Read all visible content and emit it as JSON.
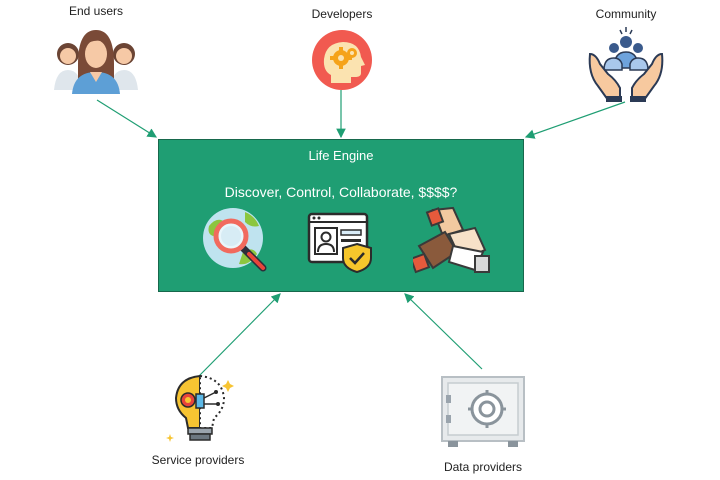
{
  "actors": {
    "end_users": "End users",
    "developers": "Developers",
    "community": "Community",
    "service_providers": "Service providers",
    "data_providers": "Data providers"
  },
  "hub": {
    "title": "Life Engine",
    "subtitle": "Discover, Control, Collaborate, $$$$?"
  },
  "colors": {
    "hub_fill": "#1f9e73",
    "arrow": "#1f9e73"
  },
  "icons": [
    "people-group-icon",
    "head-gears-icon",
    "hands-community-icon",
    "globe-search-icon",
    "identity-card-shield-icon",
    "hands-together-icon",
    "lightbulb-circuit-icon",
    "safe-vault-icon"
  ]
}
